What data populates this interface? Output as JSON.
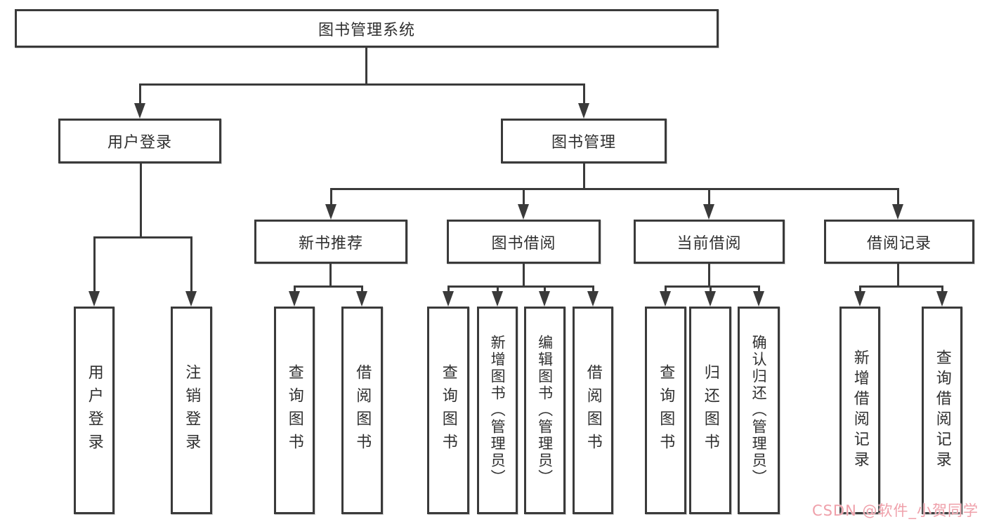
{
  "diagram_type": "hierarchy-tree",
  "root": {
    "label": "图书管理系统"
  },
  "level2": {
    "user_login": {
      "label": "用户登录"
    },
    "book_management": {
      "label": "图书管理"
    }
  },
  "level3": {
    "new_book_recommend": {
      "label": "新书推荐"
    },
    "book_borrow": {
      "label": "图书借阅"
    },
    "current_borrow": {
      "label": "当前借阅"
    },
    "borrow_records": {
      "label": "借阅记录"
    }
  },
  "leaves": {
    "user_login": {
      "label": "用户登录"
    },
    "logout": {
      "label": "注销登录"
    },
    "nb_query_book": {
      "label": "查询图书"
    },
    "nb_borrow_book": {
      "label": "借阅图书"
    },
    "bb_query_book": {
      "label": "查询图书"
    },
    "bb_add_book_admin": {
      "label": "新增图书（管理员）"
    },
    "bb_edit_book_admin": {
      "label": "编辑图书（管理员）"
    },
    "bb_borrow_book": {
      "label": "借阅图书"
    },
    "cb_query_book": {
      "label": "查询图书"
    },
    "cb_return_book": {
      "label": "归还图书"
    },
    "cb_confirm_return_admin": {
      "label": "确认归还（管理员）"
    },
    "br_add_record": {
      "label": "新增借阅记录"
    },
    "br_query_record": {
      "label": "查询借阅记录"
    }
  },
  "watermark": {
    "text": "CSDN @软件_小贺同学"
  },
  "colors": {
    "line": "#3a3a3a",
    "text": "#2f2f2f",
    "box_background": "#ffffff",
    "page_background": "#ffffff",
    "watermark": "#efa0aa"
  }
}
